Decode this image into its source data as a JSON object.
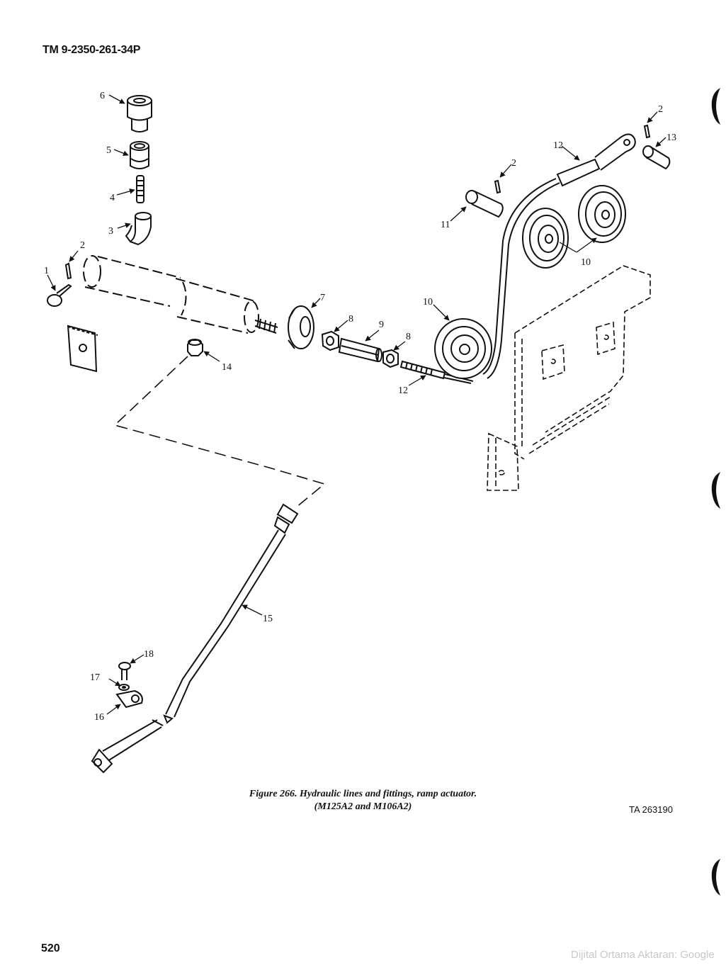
{
  "header": {
    "doc_id": "TM 9-2350-261-34P"
  },
  "callouts": {
    "c1": "1",
    "c2a": "2",
    "c2b": "2",
    "c2c": "2",
    "c3": "3",
    "c4": "4",
    "c5": "5",
    "c6": "6",
    "c7": "7",
    "c8a": "8",
    "c8b": "8",
    "c9": "9",
    "c10a": "10",
    "c10b": "10",
    "c11": "11",
    "c12a": "12",
    "c12b": "12",
    "c13": "13",
    "c14": "14",
    "c15": "15",
    "c16": "16",
    "c17": "17",
    "c18": "18"
  },
  "caption": {
    "line1": "Figure 266.  Hydraulic lines and fittings, ramp actuator.",
    "line2": "(M125A2 and M106A2)"
  },
  "ta_ref": "TA 263190",
  "footer": {
    "page_number": "520",
    "watermark": "Dijital Ortama Aktaran: Google"
  }
}
